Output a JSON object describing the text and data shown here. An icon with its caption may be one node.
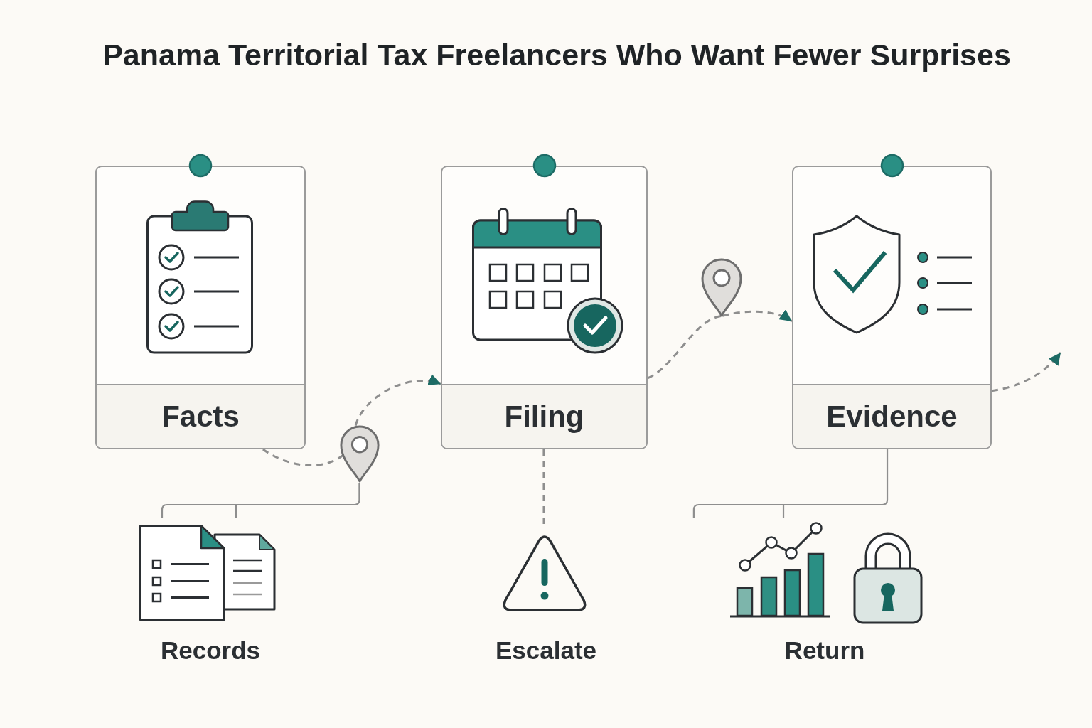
{
  "diagram": {
    "title": "Panama Territorial Tax Freelancers Who Want Fewer Surprises",
    "nodes": [
      {
        "text": [
          "Facts"
        ]
      },
      {
        "text": [
          "Filing"
        ]
      },
      {
        "text": [
          "Evidence"
        ]
      },
      {
        "text": [],
        "shape": "pin"
      },
      {
        "text": [],
        "shape": "pin"
      },
      {
        "text": [
          "Records"
        ]
      },
      {
        "text": [
          "Escalate"
        ]
      },
      {
        "text": [
          "Return"
        ]
      }
    ],
    "edges": [
      {
        "from": 0,
        "to": 3,
        "arrow": "none",
        "style": "dashed"
      },
      {
        "from": 3,
        "to": 1,
        "arrow": "to",
        "style": "dashed"
      },
      {
        "from": 1,
        "to": 4,
        "arrow": "none",
        "style": "dashed"
      },
      {
        "from": 4,
        "to": 2,
        "arrow": "to",
        "style": "dashed"
      },
      {
        "from": 2,
        "to": null,
        "arrow": "to",
        "style": "dashed"
      },
      {
        "from": 3,
        "to": 5,
        "arrow": "none"
      },
      {
        "from": 1,
        "to": 6,
        "arrow": "none",
        "style": "dashed"
      },
      {
        "from": 2,
        "to": 7,
        "arrow": "none"
      }
    ]
  }
}
